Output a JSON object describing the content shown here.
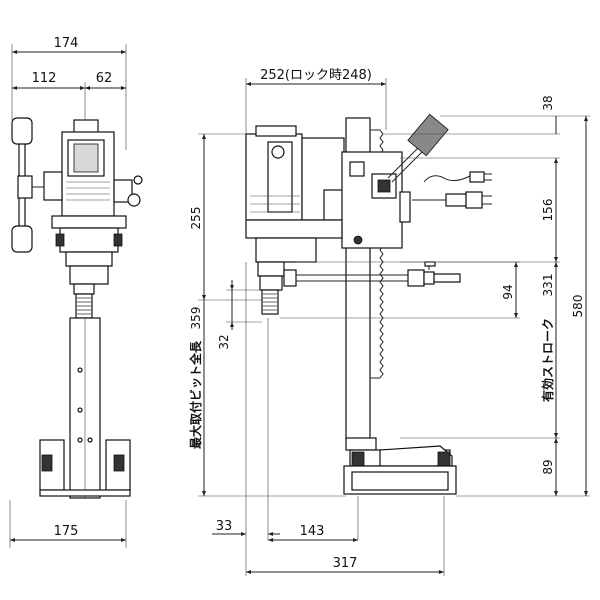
{
  "front_view": {
    "overall_width": "174",
    "left_part": "112",
    "right_part": "62",
    "base_width": "175"
  },
  "side_view": {
    "top_width": "252(ロック時248)",
    "top_offset": "38",
    "motor_height": "156",
    "stroke_value": "331",
    "total_height": "580",
    "base_height": "89",
    "bit_length_value": "359",
    "motor_to_column": "255",
    "bit_stroke_section": "94",
    "bit_shank": "32",
    "bit_offset": "33",
    "bit_to_column": "143",
    "base_length": "317"
  },
  "labels": {
    "effective_stroke": "有効ストローク",
    "max_bit_length": "最大取付ビット全長"
  },
  "colors": {
    "line": "#222222",
    "dark_part": "#333333",
    "mid_part": "#888888"
  }
}
